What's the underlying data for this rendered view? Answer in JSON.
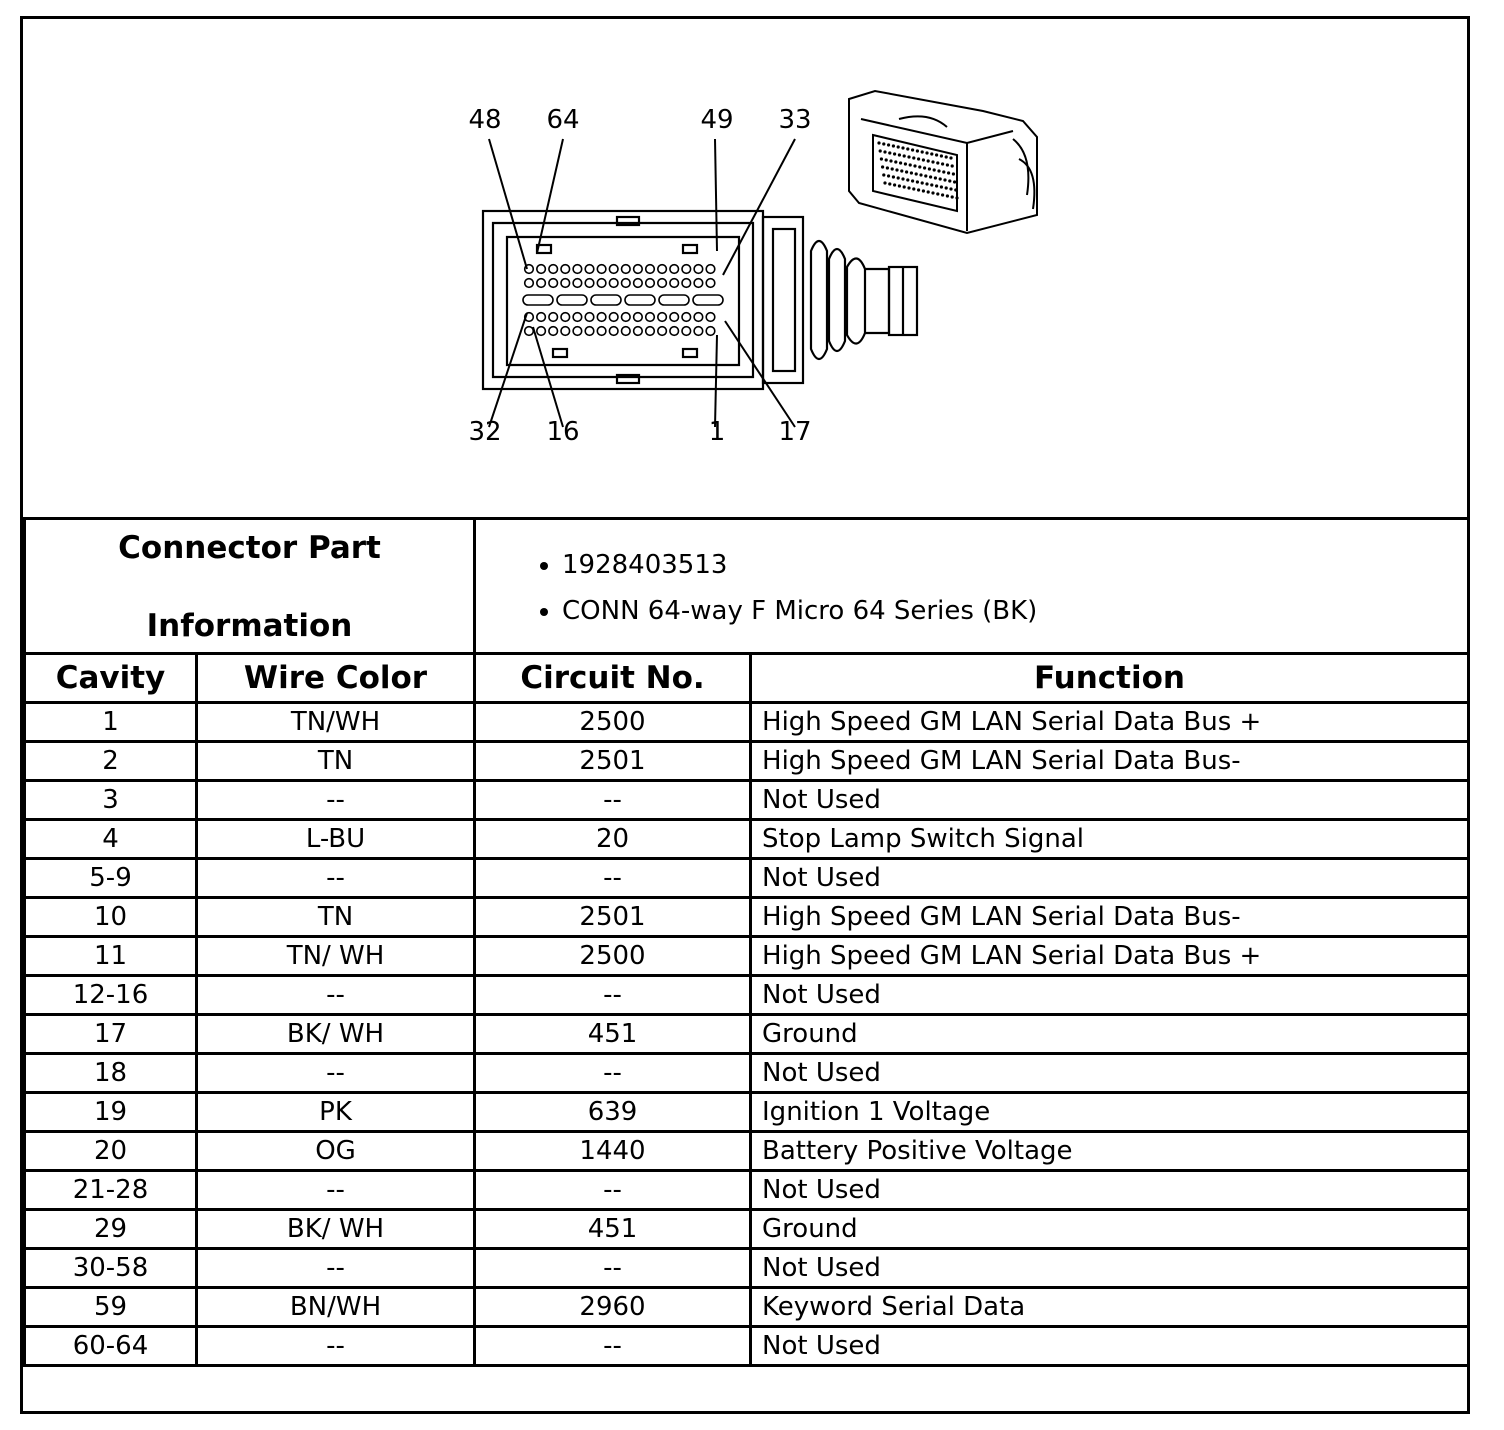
{
  "diagram": {
    "pin_labels_top": [
      "48",
      "64",
      "49",
      "33"
    ],
    "pin_labels_bottom": [
      "32",
      "16",
      "1",
      "17"
    ]
  },
  "connector_info": {
    "label_line1": "Connector Part",
    "label_line2": "Information",
    "items": [
      "1928403513",
      "CONN 64-way F Micro 64 Series (BK)"
    ]
  },
  "table": {
    "headers": [
      "Cavity",
      "Wire Color",
      "Circuit No.",
      "Function"
    ],
    "rows": [
      {
        "cavity": "1",
        "wire_color": "TN/WH",
        "circuit": "2500",
        "function": "High Speed GM LAN Serial Data Bus +"
      },
      {
        "cavity": "2",
        "wire_color": "TN",
        "circuit": "2501",
        "function": "High Speed GM LAN Serial Data Bus-"
      },
      {
        "cavity": "3",
        "wire_color": "--",
        "circuit": "--",
        "function": "Not Used"
      },
      {
        "cavity": "4",
        "wire_color": "L-BU",
        "circuit": "20",
        "function": "Stop Lamp Switch Signal"
      },
      {
        "cavity": "5-9",
        "wire_color": "--",
        "circuit": "--",
        "function": "Not Used"
      },
      {
        "cavity": "10",
        "wire_color": "TN",
        "circuit": "2501",
        "function": "High Speed GM LAN Serial Data Bus-"
      },
      {
        "cavity": "11",
        "wire_color": "TN/ WH",
        "circuit": "2500",
        "function": "High Speed GM LAN Serial Data Bus +"
      },
      {
        "cavity": "12-16",
        "wire_color": "--",
        "circuit": "--",
        "function": "Not Used"
      },
      {
        "cavity": "17",
        "wire_color": "BK/ WH",
        "circuit": "451",
        "function": "Ground"
      },
      {
        "cavity": "18",
        "wire_color": "--",
        "circuit": "--",
        "function": "Not Used"
      },
      {
        "cavity": "19",
        "wire_color": "PK",
        "circuit": "639",
        "function": "Ignition 1 Voltage"
      },
      {
        "cavity": "20",
        "wire_color": "OG",
        "circuit": "1440",
        "function": "Battery Positive Voltage"
      },
      {
        "cavity": "21-28",
        "wire_color": "--",
        "circuit": "--",
        "function": "Not Used"
      },
      {
        "cavity": "29",
        "wire_color": "BK/ WH",
        "circuit": "451",
        "function": "Ground"
      },
      {
        "cavity": "30-58",
        "wire_color": "--",
        "circuit": "--",
        "function": "Not Used"
      },
      {
        "cavity": "59",
        "wire_color": "BN/WH",
        "circuit": "2960",
        "function": "Keyword Serial Data"
      },
      {
        "cavity": "60-64",
        "wire_color": "--",
        "circuit": "--",
        "function": "Not Used"
      }
    ]
  }
}
